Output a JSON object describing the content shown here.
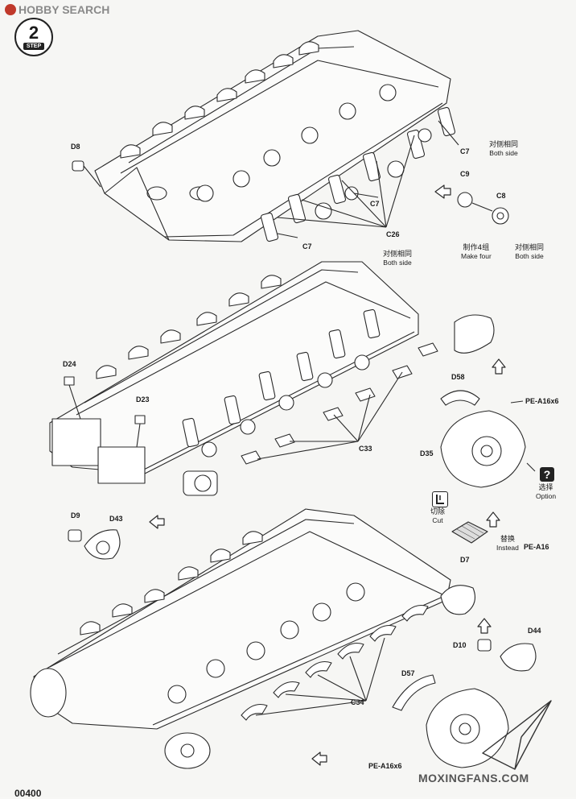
{
  "watermark": {
    "top": "HOBBY SEARCH",
    "bottom": "MOXINGFANS.COM"
  },
  "step": {
    "number": "2",
    "label": "STEP"
  },
  "page_number_partial": "00400",
  "parts": {
    "d8": "D8",
    "c7_a": "C7",
    "c7_b": "C7",
    "c7_c": "C7",
    "c26": "C26",
    "c9": "C9",
    "c8": "C8",
    "d24": "D24",
    "d23": "D23",
    "d58": "D58",
    "d35": "D35",
    "c33": "C33",
    "pe_a16x6_top": "PE-A16x6",
    "d9": "D9",
    "d43": "D43",
    "d7": "D7",
    "pe_a16": "PE-A16",
    "d10": "D10",
    "d44": "D44",
    "d57": "D57",
    "c34": "C34",
    "pe_a16x6_bottom": "PE-A16x6"
  },
  "notes": {
    "both_side_1": {
      "cn": "对侧相同",
      "en": "Both side"
    },
    "both_side_2": {
      "cn": "对侧相同",
      "en": "Both side"
    },
    "both_side_3": {
      "cn": "对侧相同",
      "en": "Both side"
    },
    "make_four": {
      "cn": "制作4组",
      "en": "Make four"
    },
    "option": {
      "cn": "选择",
      "en": "Option"
    },
    "cut": {
      "cn": "切除",
      "en": "Cut"
    },
    "instead": {
      "cn": "替换",
      "en": "Instead"
    }
  },
  "icons": {
    "step_badge": "step-badge-icon",
    "tank_silhouette": "tank-icon",
    "question": "question-mark-icon",
    "cut": "cut-icon",
    "direction_arrow": "arrow-icon",
    "paper_plane_logo": "paper-plane-logo-icon"
  }
}
